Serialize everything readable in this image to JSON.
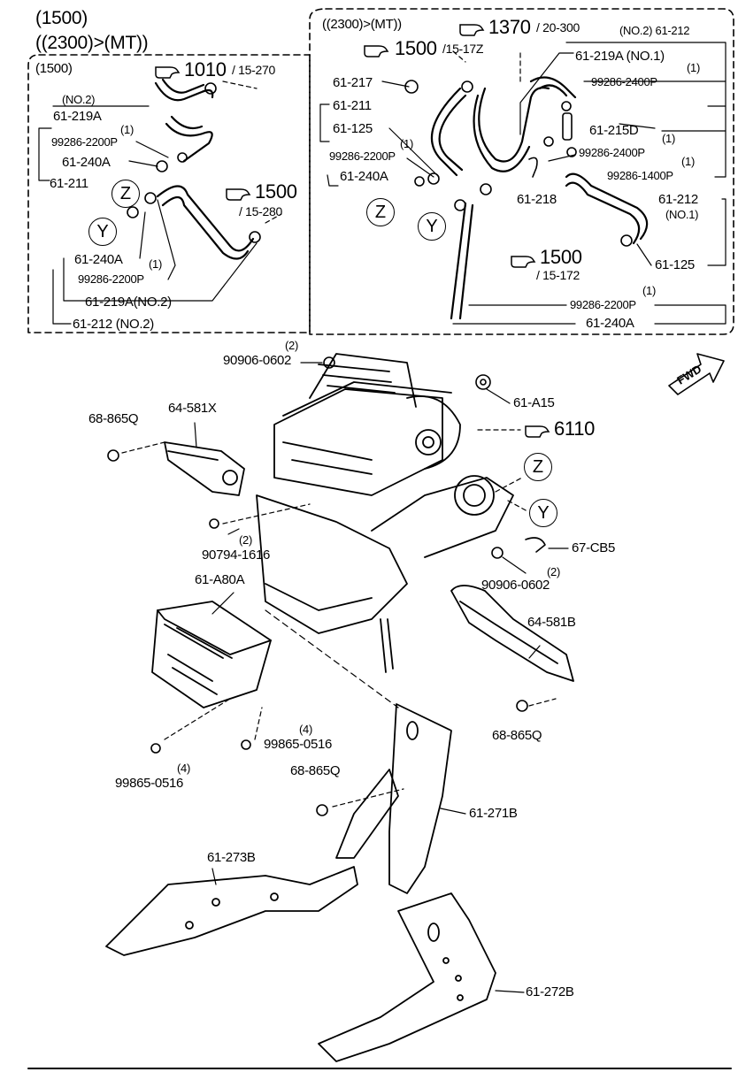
{
  "header": {
    "model": "(1500)",
    "variant": "((2300)>(MT))"
  },
  "left_box": {
    "title": "(1500)",
    "ref_top": {
      "num": "1010",
      "sub": "/ 15-270"
    },
    "ref_right": {
      "num": "1500",
      "sub": "/ 15-280"
    },
    "labels": {
      "no2": "(NO.2)",
      "l_61_219A": "61-219A",
      "q1a": "(1)",
      "l_99286_2200P_a": "99286-2200P",
      "l_61_240A_a": "61-240A",
      "l_61_211": "61-211",
      "l_61_240A_b": "61-240A",
      "q1b": "(1)",
      "l_99286_2200P_b": "99286-2200P",
      "l_61_219A_no2": "61-219A(NO.2)",
      "l_61_212_no2": "61-212 (NO.2)"
    },
    "markers": {
      "z": "Z",
      "y": "Y"
    }
  },
  "right_box": {
    "title": "((2300)>(MT))",
    "ref_1370": {
      "num": "1370",
      "sub": "/ 20-300"
    },
    "ref_1500a": {
      "num": "1500",
      "sub": "/15-17Z"
    },
    "ref_1500b": {
      "num": "1500",
      "sub": "/ 15-172"
    },
    "labels": {
      "no2_212": "(NO.2) 61-212",
      "l_61_219A_no1": "61-219A (NO.1)",
      "q1a": "(1)",
      "l_99286_2400P_a": "99286-2400P",
      "l_61_217": "61-217",
      "l_61_211": "61-211",
      "l_61_125_a": "61-125",
      "q1b": "(1)",
      "l_99286_2200P_a": "99286-2200P",
      "l_61_240A_a": "61-240A",
      "l_61_215D": "61-215D",
      "q1c": "(1)",
      "l_99286_2400P_b": "99286-2400P",
      "q1d": "(1)",
      "l_99286_1400P": "99286-1400P",
      "l_61_218": "61-218",
      "l_61_212_no1": "61-212",
      "no1": "(NO.1)",
      "l_61_125_b": "61-125",
      "q1e": "(1)",
      "l_99286_2200P_b": "99286-2200P",
      "l_61_240A_b": "61-240A"
    },
    "markers": {
      "z": "Z",
      "y": "Y"
    }
  },
  "main": {
    "fwd": "FWD",
    "ref_6110": "6110",
    "markers": {
      "z": "Z",
      "y": "Y"
    },
    "labels": {
      "q2a": "(2)",
      "l_90906_0602_a": "90906-0602",
      "l_61_A15": "61-A15",
      "l_68_865Q_a": "68-865Q",
      "l_64_581X": "64-581X",
      "q2b": "(2)",
      "l_90794_1616": "90794-1616",
      "l_67_CB5": "67-CB5",
      "l_90906_0602_b": "90906-0602",
      "q2c": "(2)",
      "l_61_A80A": "61-A80A",
      "l_64_581B": "64-581B",
      "l_68_865Q_b": "68-865Q",
      "q4a": "(4)",
      "l_99865_0516_a": "99865-0516",
      "q4b": "(4)",
      "l_99865_0516_b": "99865-0516",
      "l_68_865Q_c": "68-865Q",
      "l_61_271B": "61-271B",
      "l_61_273B": "61-273B",
      "l_61_272B": "61-272B"
    }
  }
}
